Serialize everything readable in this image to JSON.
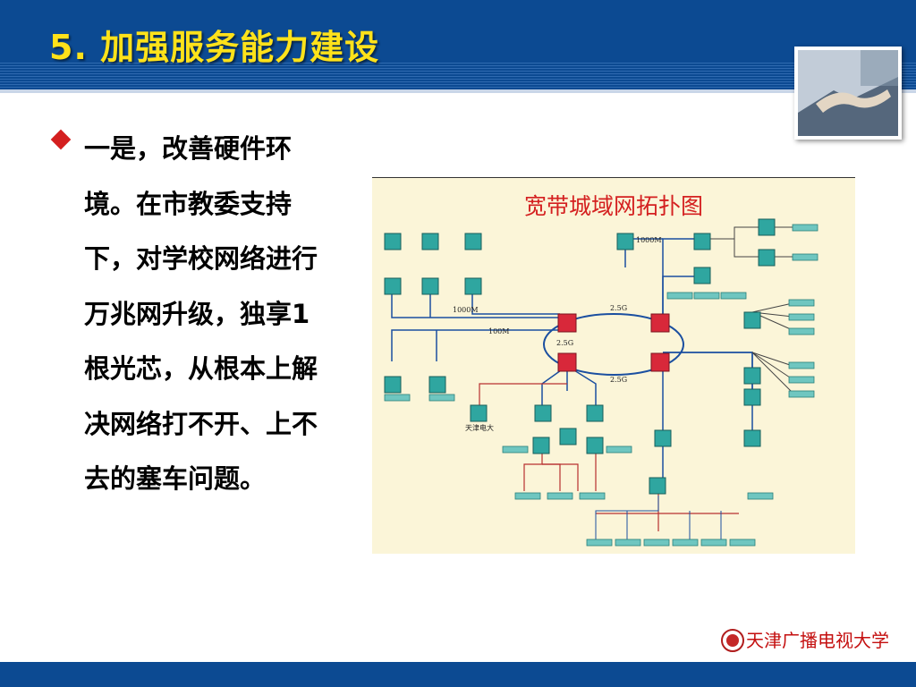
{
  "header": {
    "title": "5. 加强服务能力建设"
  },
  "content": {
    "bullet_text": "一是，改善硬件环境。在市教委支持下，对学校网络进行万兆网升级，独享1根光芯，从根本上解决网络打不开、上不去的塞车问题。"
  },
  "diagram": {
    "title": "宽带城域网拓扑图",
    "colors": {
      "title": "#d42020",
      "background": "#fbf5d8",
      "router": "#d8283a",
      "switch": "#2fa6a0",
      "link_blue": "#1b4fa0",
      "link_red": "#b83030"
    },
    "link_labels": [
      "2.5G",
      "2.5G",
      "2.5G",
      "1000M",
      "1000M",
      "100M"
    ],
    "core_labels": [
      "天津电大"
    ]
  },
  "footer": {
    "institution": "天津广播电视大学"
  }
}
